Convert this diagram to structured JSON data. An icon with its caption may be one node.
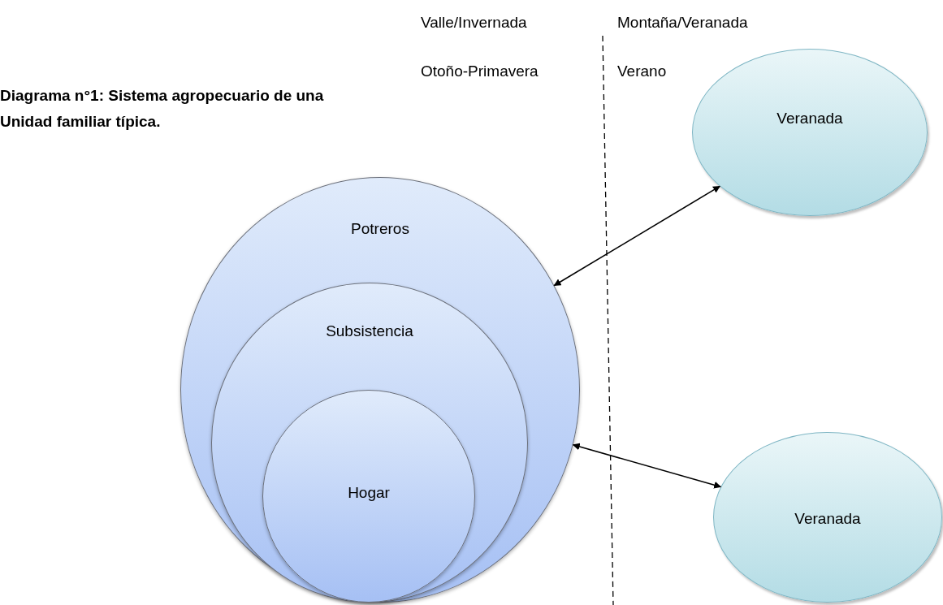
{
  "diagram": {
    "title": "Diagrama n°1: Sistema agropecuario de una Unidad familiar típica.",
    "nodes": [
      {
        "text": [
          "Potreros"
        ]
      },
      {
        "text": [
          "Subsistencia"
        ],
        "in": 0
      },
      {
        "text": [
          "Hogar"
        ],
        "in": 1
      },
      {
        "text": [
          "Veranada"
        ]
      },
      {
        "text": [
          "Veranada"
        ]
      }
    ],
    "edges": [
      {
        "from": 0,
        "to": 3,
        "arrow": "both"
      },
      {
        "from": 0,
        "to": 4,
        "arrow": "both"
      }
    ],
    "labels": [
      "Valle/Invernada",
      "Montaña/Veranada",
      "Otoño-Primavera",
      "Verano"
    ]
  }
}
